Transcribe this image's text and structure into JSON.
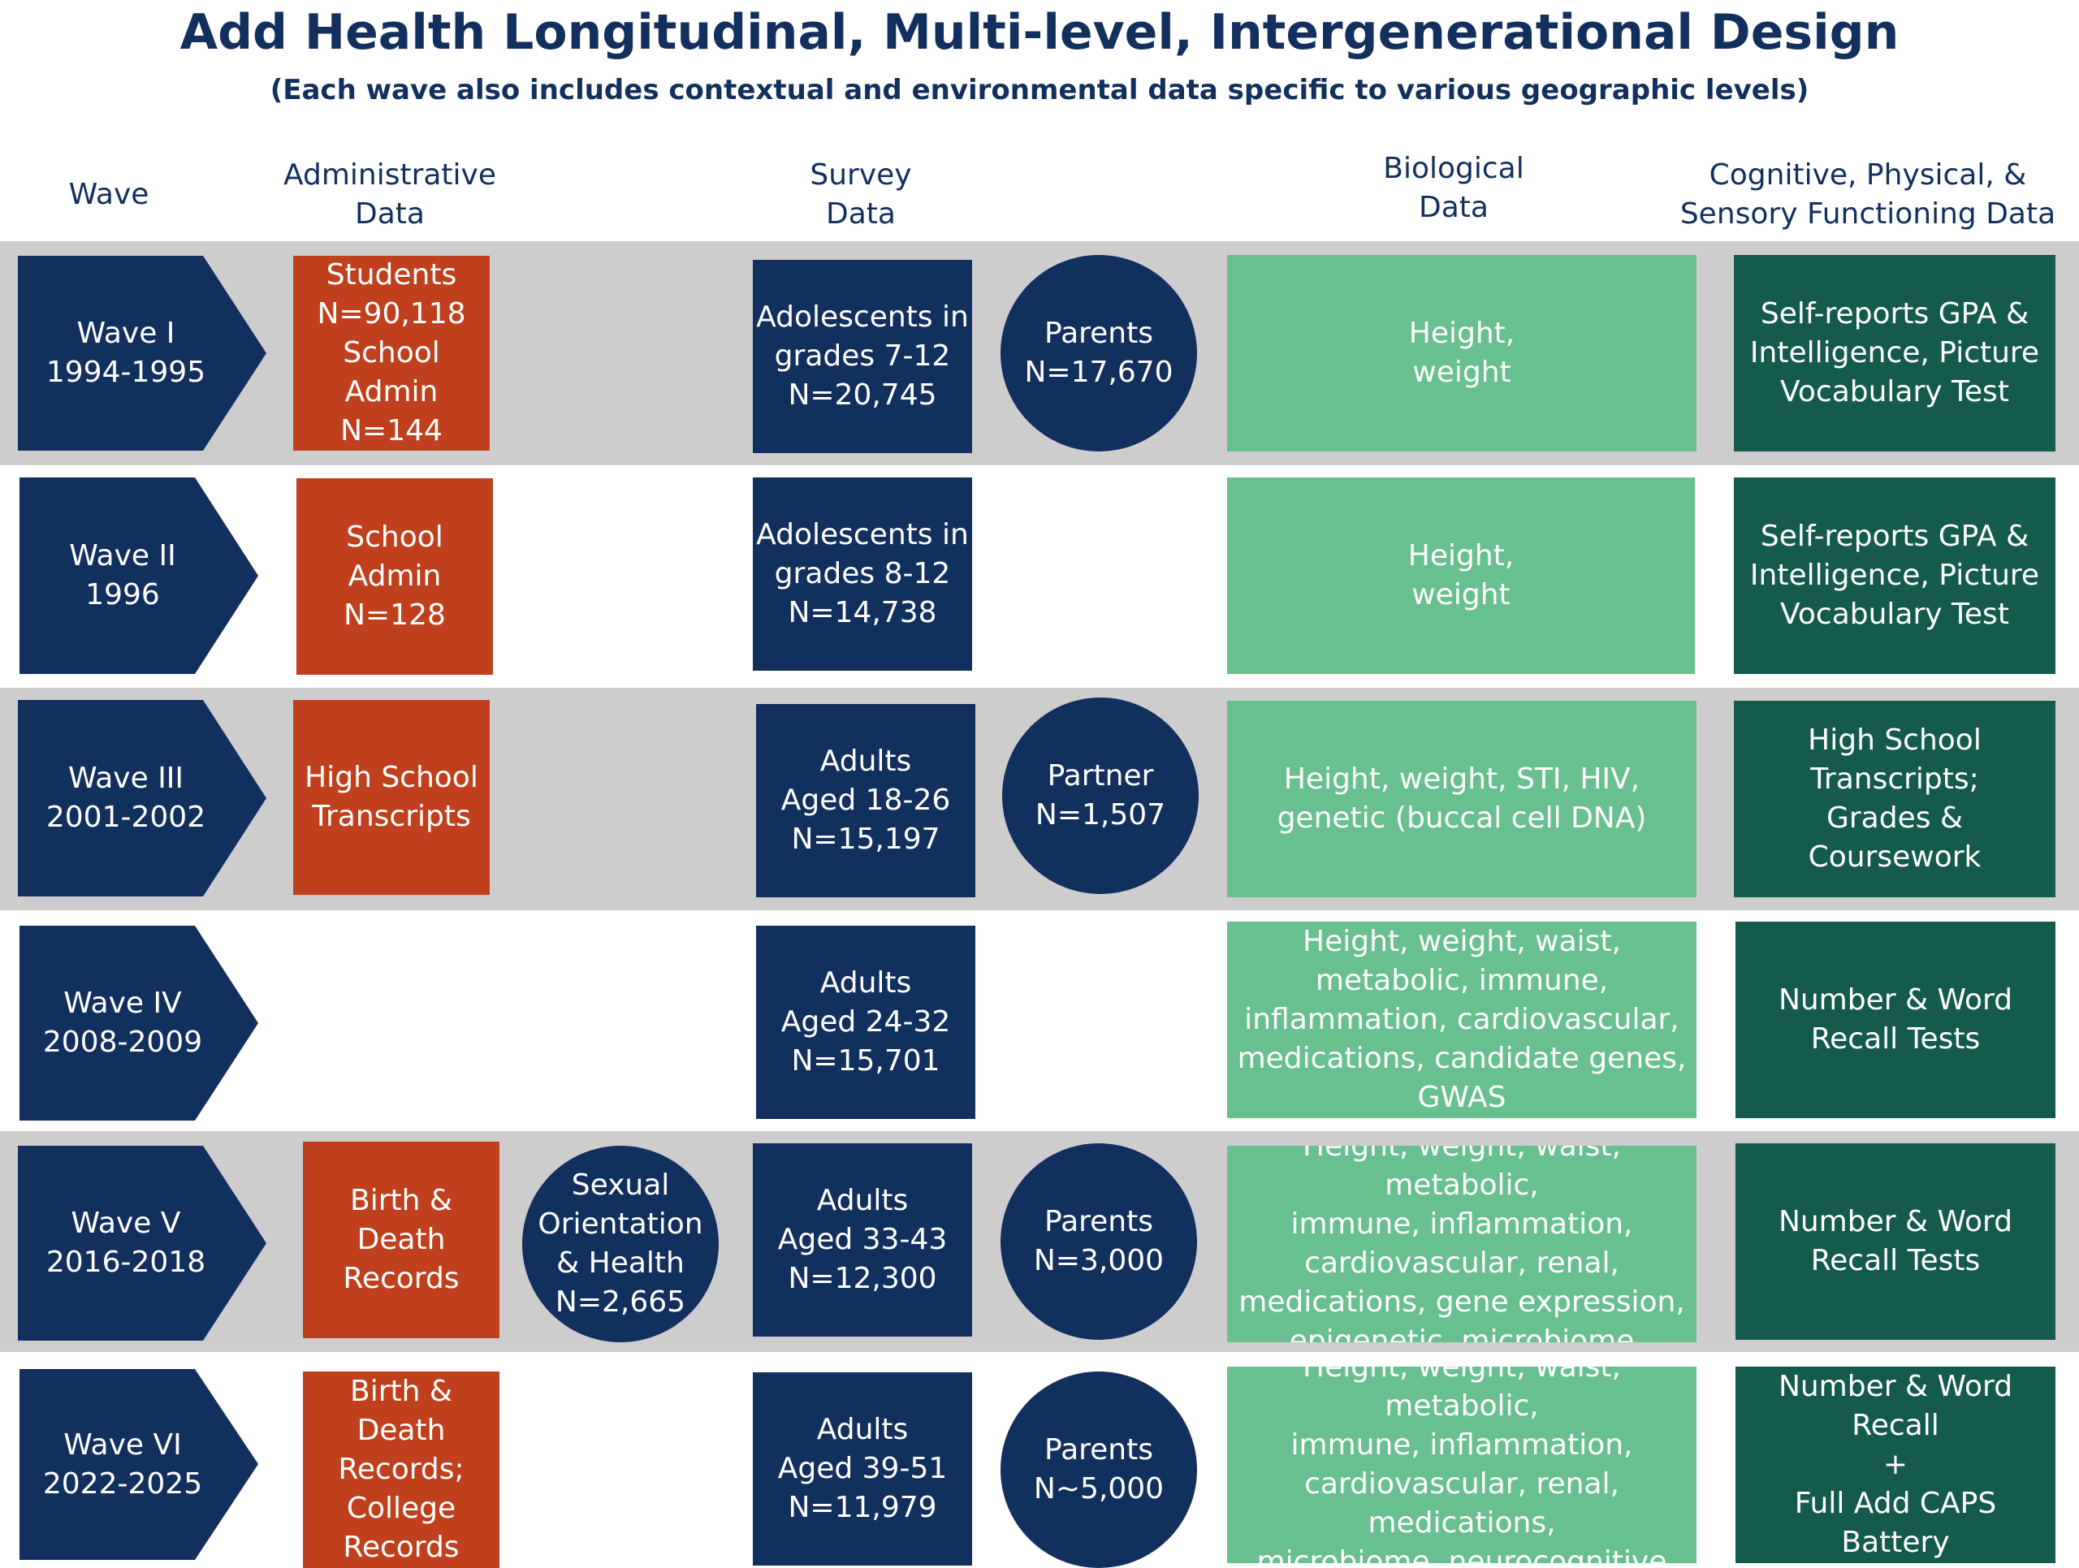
{
  "title": "Add Health Longitudinal, Multi-level, Intergenerational Design",
  "subtitle": "(Each wave also includes contextual and environmental data specific to various geographic levels)",
  "columns": {
    "wave": "Wave",
    "administrative": "Administrative\nData",
    "survey": "Survey\nData",
    "biological": "Biological\nData",
    "cognitive": "Cognitive, Physical, &\nSensory Functioning Data"
  },
  "colors": {
    "wave": "#12305e",
    "administrative": "#c0401d",
    "survey": "#12305e",
    "biological": "#69c08f",
    "cognitive": "#145a4d",
    "band": "#cdcdcd"
  },
  "waves": [
    {
      "wave": "Wave I\n1994-1995",
      "admin": "Students\nN=90,118\nSchool Admin\nN=144",
      "survey": "Adolescents in\ngrades 7-12\nN=20,745",
      "survey_extra": "Parents\nN=17,670",
      "biological": "Height,\nweight",
      "cognitive": "Self-reports GPA &\nIntelligence, Picture\nVocabulary Test"
    },
    {
      "wave": "Wave II\n1996",
      "admin": "School Admin\nN=128",
      "survey": "Adolescents in\ngrades 8-12\nN=14,738",
      "biological": "Height,\nweight",
      "cognitive": "Self-reports GPA &\nIntelligence, Picture\nVocabulary Test"
    },
    {
      "wave": "Wave III\n2001-2002",
      "admin": "High School\nTranscripts",
      "survey": "Adults\nAged 18-26\nN=15,197",
      "survey_extra": "Partner\nN=1,507",
      "biological": "Height, weight, STI, HIV,\ngenetic (buccal cell DNA)",
      "cognitive": "High School\nTranscripts;\nGrades & Coursework"
    },
    {
      "wave": "Wave IV\n2008-2009",
      "survey": "Adults\nAged 24-32\nN=15,701",
      "biological": "Height, weight, waist,\nmetabolic, immune,\ninflammation, cardiovascular,\nmedications, candidate genes,\nGWAS",
      "cognitive": "Number & Word\nRecall Tests"
    },
    {
      "wave": "Wave V\n2016-2018",
      "admin": "Birth & Death\nRecords",
      "admin_extra": "Sexual\nOrientation\n& Health\nN=2,665",
      "survey": "Adults\nAged 33-43\nN=12,300",
      "survey_extra": "Parents\nN=3,000",
      "biological": "Height, weight, waist, metabolic,\nimmune, inflammation,\ncardiovascular, renal,\nmedications, gene expression,\nepigenetic, microbiome",
      "cognitive": "Number & Word\nRecall Tests"
    },
    {
      "wave": "Wave VI\n2022-2025",
      "admin": "Birth & Death\nRecords;\nCollege\nRecords",
      "survey": "Adults\nAged 39-51\nN=11,979",
      "survey_extra": "Parents\nN~5,000",
      "biological": "Height, weight, waist, metabolic,\nimmune, inflammation,\ncardiovascular, renal, medications,\nmicrobiome, neurocognitive",
      "cognitive": "Number & Word Recall\n+\nFull Add CAPS Battery"
    }
  ]
}
